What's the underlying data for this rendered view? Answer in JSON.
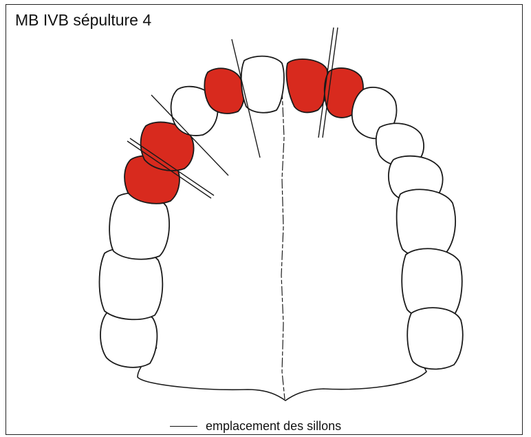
{
  "title": "MB IVB sépulture 4",
  "legend": {
    "label": "emplacement des sillons"
  },
  "colors": {
    "marked_tooth": "#d82a1e",
    "unmarked_tooth": "#ffffff",
    "outline": "#1a1a1a"
  },
  "teeth": [
    {
      "id": "left-molar-3",
      "marked": false
    },
    {
      "id": "left-molar-2",
      "marked": false
    },
    {
      "id": "left-molar-1",
      "marked": false
    },
    {
      "id": "left-premolar-2",
      "marked": true
    },
    {
      "id": "left-premolar-1",
      "marked": true
    },
    {
      "id": "left-canine",
      "marked": false
    },
    {
      "id": "left-lateral-incisor",
      "marked": true
    },
    {
      "id": "left-central-incisor",
      "marked": false
    },
    {
      "id": "right-central-incisor",
      "marked": true
    },
    {
      "id": "right-lateral-incisor",
      "marked": true
    },
    {
      "id": "right-canine",
      "marked": false
    },
    {
      "id": "right-premolar-1",
      "marked": false
    },
    {
      "id": "right-premolar-2",
      "marked": false
    },
    {
      "id": "right-molar-1",
      "marked": false
    },
    {
      "id": "right-molar-2",
      "marked": false
    },
    {
      "id": "right-molar-3",
      "marked": false
    }
  ]
}
